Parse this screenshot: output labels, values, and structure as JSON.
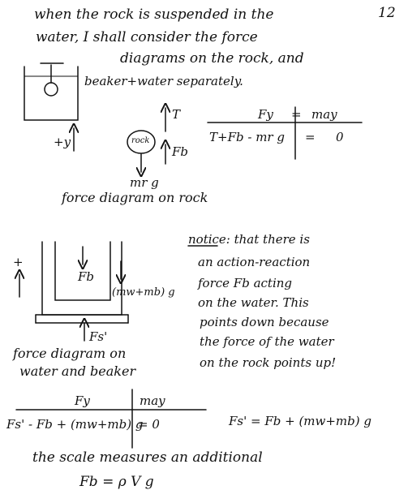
{
  "page_number": "12",
  "intro": {
    "line1": "when the rock is suspended in the",
    "line2": "water, I shall consider the force",
    "line3": "diagrams on the rock, and",
    "line4": "beaker+water separately."
  },
  "rock_diagram": {
    "tension_label": "T",
    "rock_label": "rock",
    "buoyant_label": "Fb",
    "weight_label": "mr g",
    "positive_dir_label": "+y",
    "caption": "force diagram on rock"
  },
  "rock_table": {
    "header_left": "Fy",
    "header_eq": "=",
    "header_right": "may",
    "row_left": "T+Fb - mr g",
    "row_eq": "=",
    "row_right": "0"
  },
  "beaker_diagram": {
    "positive_label": "+",
    "buoyant_reaction_label": "Fb",
    "weight_label": "(mw+mb) g",
    "scale_force_label": "Fs'",
    "caption_line1": "force diagram on",
    "caption_line2": "water and beaker"
  },
  "notice": {
    "line1": "notice: that there is",
    "line2": "an action-reaction",
    "line3": "force Fb acting",
    "line4": "on the water. This",
    "line5": "points down because",
    "line6": "the force of the water",
    "line7": "on the rock points up!"
  },
  "beaker_table": {
    "header_left": "Fy",
    "header_right": "may",
    "row_left": "Fs' - Fb + (mw+mb) g",
    "row_right": "= 0"
  },
  "result_equation": "Fs' = Fb + (mw+mb) g",
  "conclusion": {
    "line1": "the scale measures an additional",
    "line2": "Fb = ρ V g"
  }
}
